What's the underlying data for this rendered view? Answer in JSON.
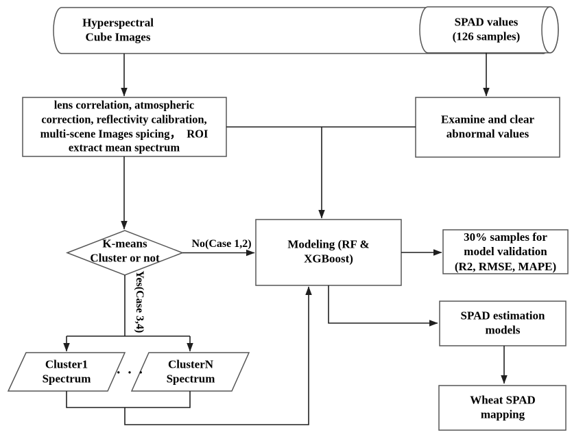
{
  "figure": {
    "nodes": {
      "hyperspectral": "Hyperspectral\nCube Images",
      "spad_values": "SPAD values\n(126 samples)",
      "preprocessing": "lens correlation, atmospheric\ncorrection, reflectivity calibration,\nmulti-scene Images spicing，  ROI\nextract mean spectrum",
      "examine": "Examine and clear\nabnormal values",
      "kmeans": "K-means\nCluster or not",
      "modeling": "Modeling (RF &\nXGBoost)",
      "validation": "30% samples for\nmodel validation\n(R2, RMSE, MAPE)",
      "estimation": "SPAD estimation\nmodels",
      "mapping": "Wheat SPAD\nmapping",
      "cluster1": "Cluster1\nSpectrum",
      "clusterN": "ClusterN\nSpectrum"
    },
    "edge_labels": {
      "no": "No(Case 1,2)",
      "yes": "Yes(Case 3,4)",
      "ellipsis": "· · ·"
    },
    "colors": {
      "background": "#ffffff",
      "line": "#1f1f1f",
      "shape_border": "#555555",
      "text": "#000000"
    }
  }
}
